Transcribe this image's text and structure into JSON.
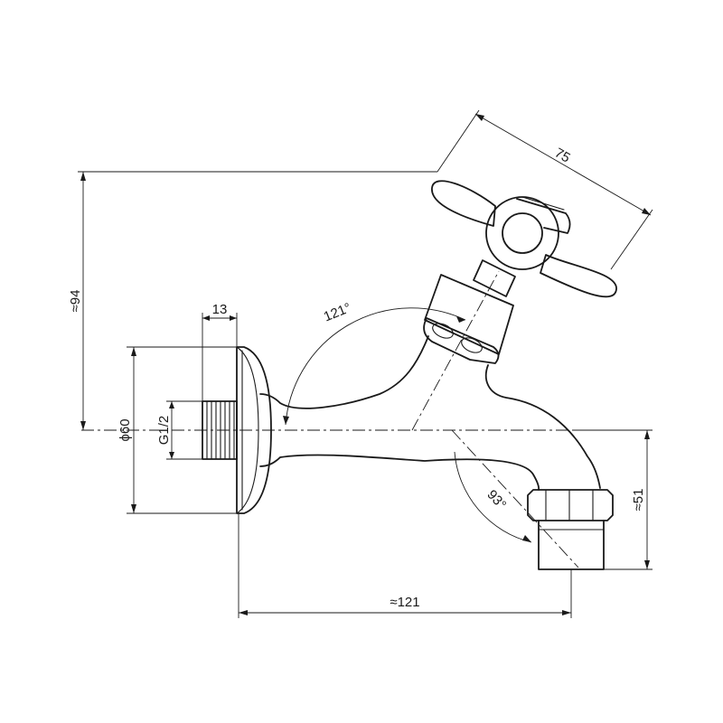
{
  "drawing": {
    "dimensions": {
      "handle_width": "75",
      "height_total": "≈94",
      "wall_thread_length": "13",
      "flange_diameter": "ϕ60",
      "thread_size": "G1/2",
      "spout_angle": "121°",
      "outlet_angle": "93°",
      "outlet_drop": "≈51",
      "projection_length": "≈121"
    }
  }
}
